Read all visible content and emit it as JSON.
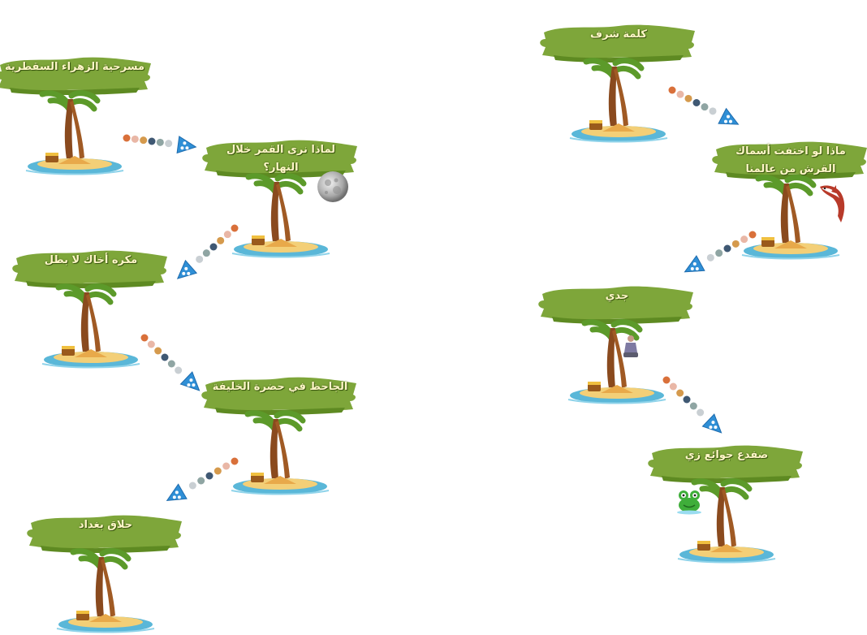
{
  "islands": {
    "zahraa": {
      "title": "مسرحية الزهراء السقطرية"
    },
    "moon": {
      "title": "لماذا نرى القمر خلال النهار؟"
    },
    "makruh": {
      "title": "مكره أخاك لا بطل"
    },
    "jahiz": {
      "title": "الجاحظ في حضرة الخليفة"
    },
    "baghdad": {
      "title": "حلاق بغداد"
    },
    "honor": {
      "title": "كلمة شرف"
    },
    "shark": {
      "title": "ماذا لو اختفت أسماك القرش من عالمنا"
    },
    "grandpa": {
      "title": "جدي"
    },
    "frog": {
      "title": "ضفدع جوائع زي"
    }
  },
  "icons": {
    "island": "treasure-island-icon",
    "arrow": "triangle-arrow-icon",
    "moon": "moon-icon",
    "shark": "shark-icon",
    "person": "sitting-man-icon",
    "frog": "frog-icon"
  },
  "colors": {
    "banner": "#7ea63a",
    "banner_dark": "#5e8a22",
    "sand": "#f3cf77",
    "water": "#5ab7d8",
    "trunk": "#8a4a1e",
    "leaf": "#5c9a2a",
    "arrow": "#2f8fd6",
    "dots": [
      "#d9703a",
      "#e9b7a6",
      "#d59a4d",
      "#3f5873",
      "#8fa5a3",
      "#c9cfd3"
    ]
  }
}
